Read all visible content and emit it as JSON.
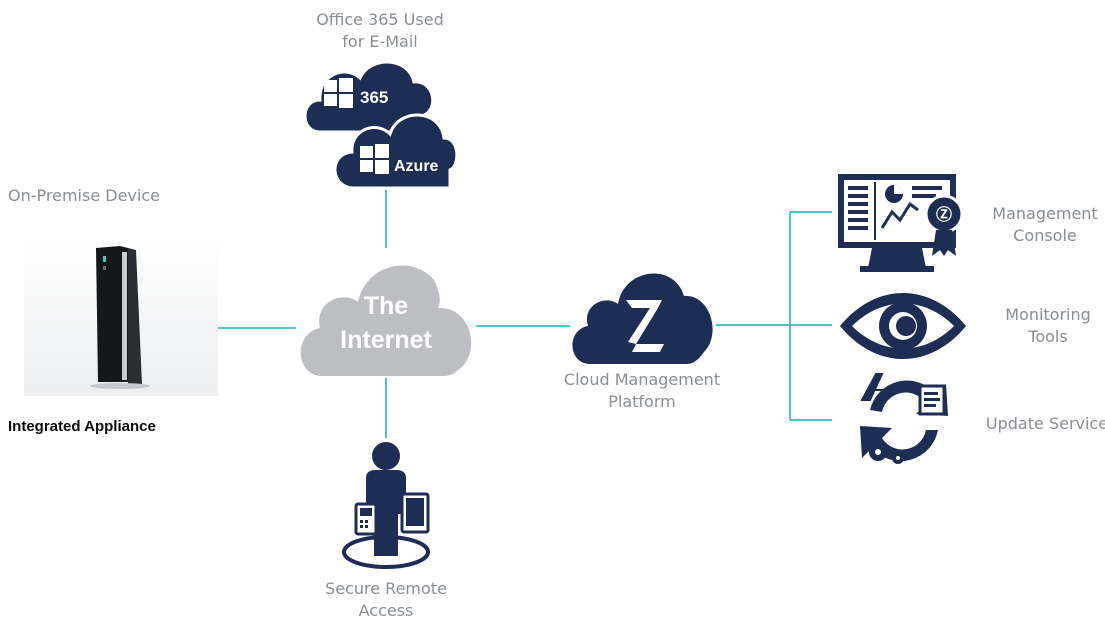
{
  "office": {
    "label": "Office 365 Used\nfor E-Mail",
    "cloud_365_text": "365",
    "cloud_azure_text": "Azure"
  },
  "on_premise": {
    "label": "On-Premise Device",
    "appliance_label": "Integrated Appliance"
  },
  "internet": {
    "line1": "The",
    "line2": "Internet"
  },
  "cloud_platform": {
    "label": "Cloud Management\nPlatform"
  },
  "remote": {
    "label": "Secure Remote\nAccess"
  },
  "services": {
    "management_console": "Management\nConsole",
    "monitoring_tools": "Monitoring\nTools",
    "update_service": "Update Service"
  },
  "colors": {
    "navy": "#1e2d54",
    "teal": "#4cc6c6",
    "grey_cloud": "#bcbec1",
    "label_grey": "#8a8f94"
  }
}
